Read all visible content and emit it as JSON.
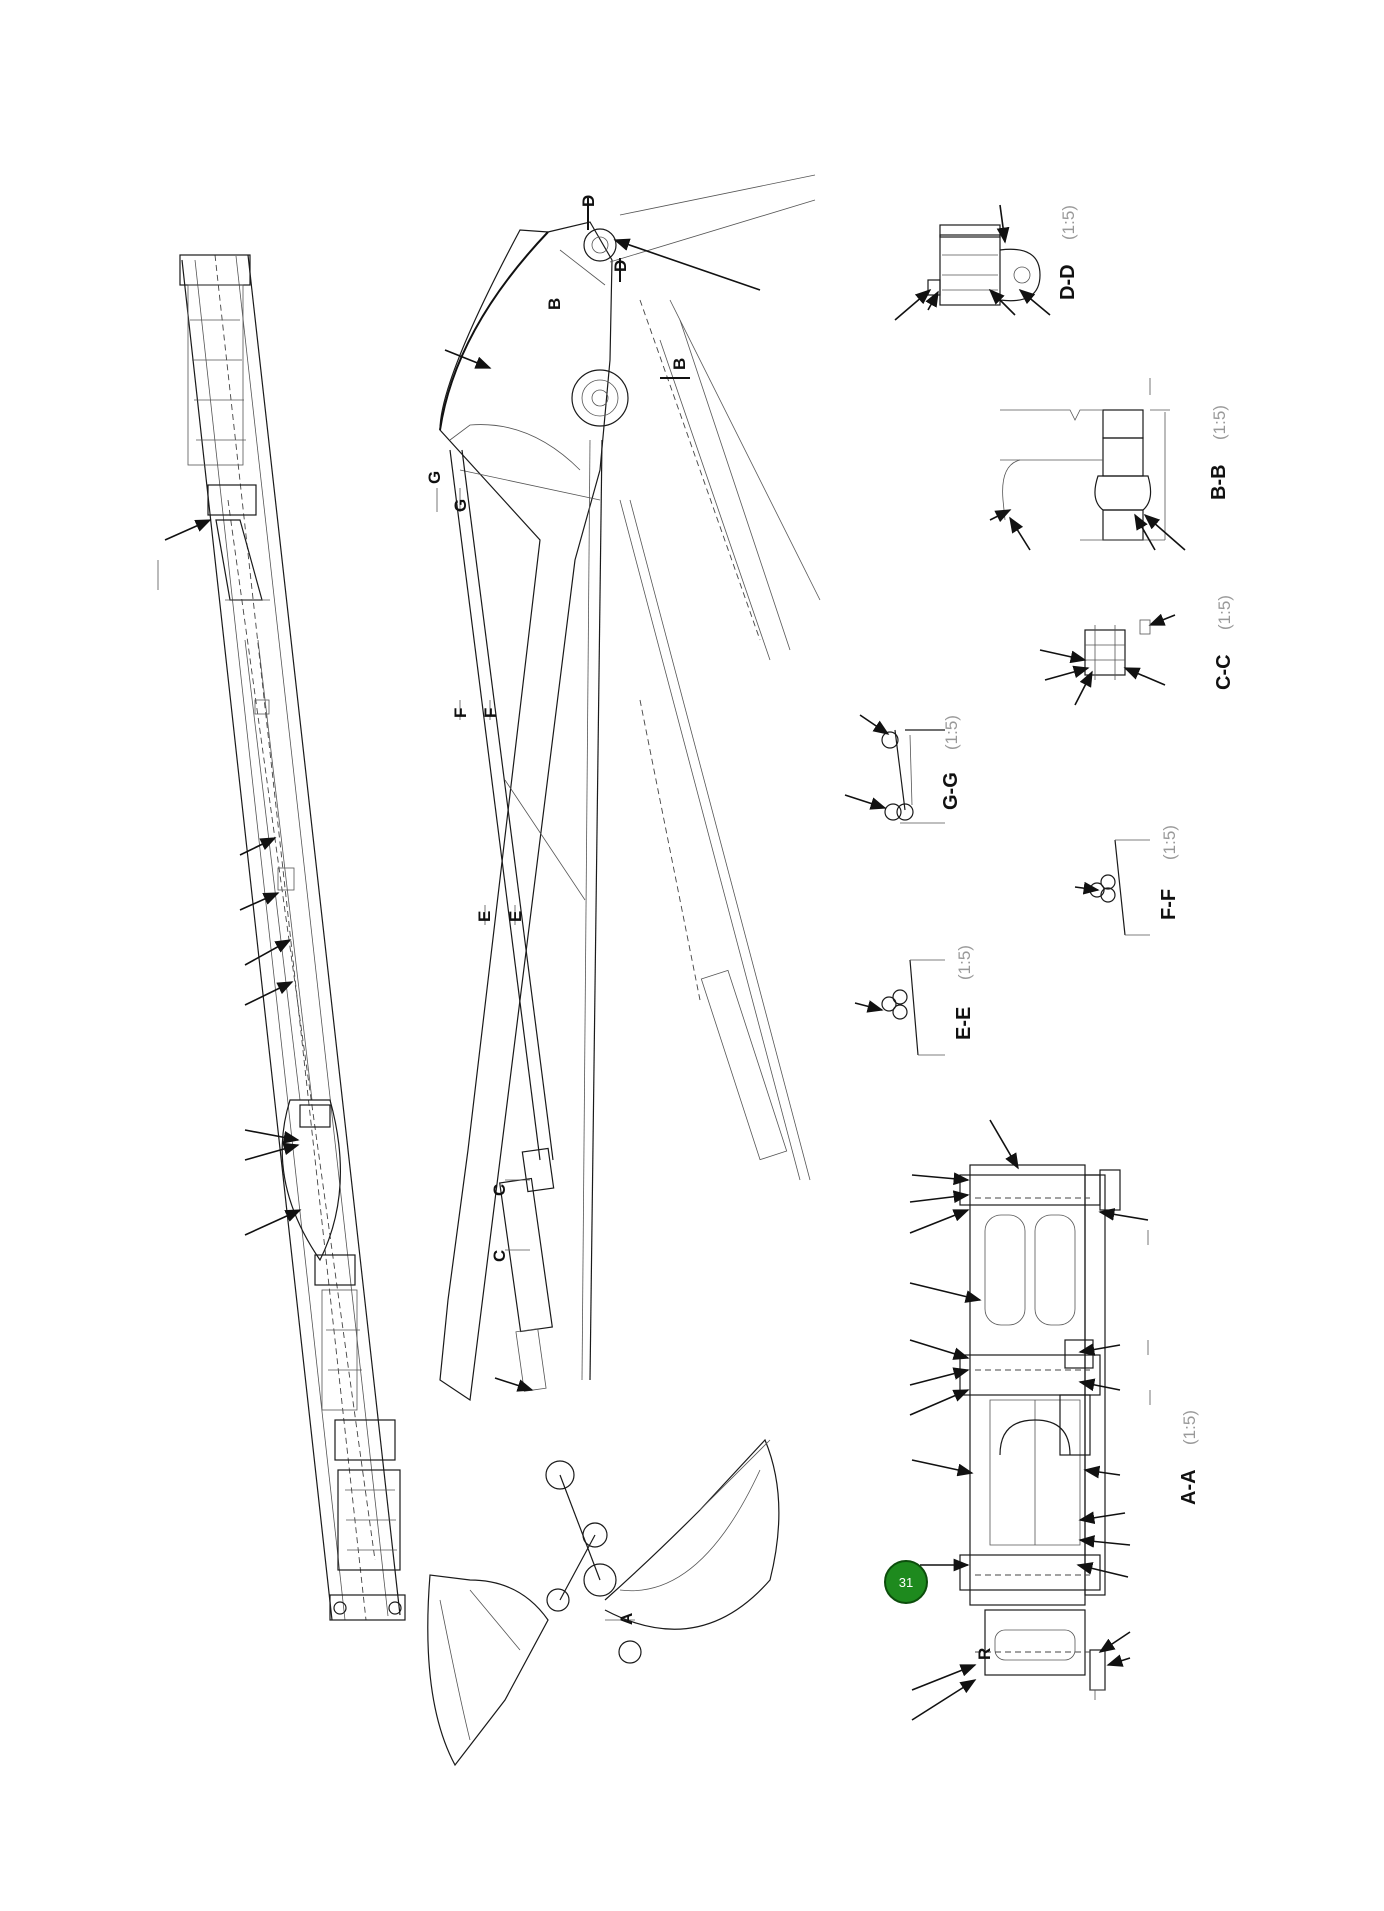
{
  "labels": {
    "D": "D",
    "B": "B",
    "G": "G",
    "F": "F",
    "E": "E",
    "C": "C",
    "A": "A",
    "R": "R"
  },
  "section_views": {
    "dd": {
      "name": "D-D",
      "scale": "(1:5)"
    },
    "bb": {
      "name": "B-B",
      "scale": "(1:5)"
    },
    "cc": {
      "name": "C-C",
      "scale": "(1:5)"
    },
    "gg": {
      "name": "G-G",
      "scale": "(1:5)"
    },
    "ff": {
      "name": "F-F",
      "scale": "(1:5)"
    },
    "ee": {
      "name": "E-E",
      "scale": "(1:5)"
    },
    "aa": {
      "name": "A-A",
      "scale": "(1:5)"
    }
  },
  "marker": {
    "number": "31",
    "color": "#1e8a1e"
  }
}
